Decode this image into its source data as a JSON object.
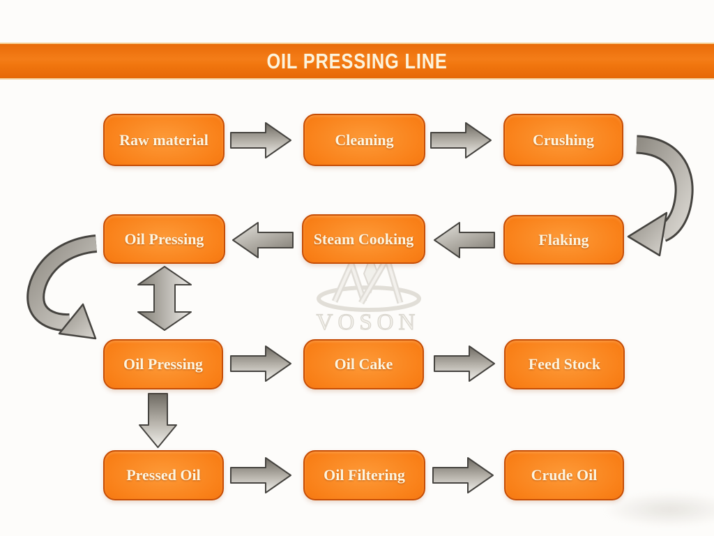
{
  "header": {
    "title": "OIL PRESSING LINE"
  },
  "watermark": {
    "brand": "VOSON"
  },
  "nodes": [
    {
      "id": "raw-material",
      "label": "Raw material"
    },
    {
      "id": "cleaning",
      "label": "Cleaning"
    },
    {
      "id": "crushing",
      "label": "Crushing"
    },
    {
      "id": "oil-pressing-top",
      "label": "Oil Pressing"
    },
    {
      "id": "steam-cooking",
      "label": "Steam Cooking"
    },
    {
      "id": "flaking",
      "label": "Flaking"
    },
    {
      "id": "oil-pressing-bottom",
      "label": "Oil Pressing"
    },
    {
      "id": "oil-cake",
      "label": "Oil Cake"
    },
    {
      "id": "feed-stock",
      "label": "Feed Stock"
    },
    {
      "id": "pressed-oil",
      "label": "Pressed Oil"
    },
    {
      "id": "oil-filtering",
      "label": "Oil Filtering"
    },
    {
      "id": "crude-oil",
      "label": "Crude Oil"
    }
  ],
  "edges": [
    {
      "from": "Raw material",
      "to": "Cleaning",
      "style": "block-arrow",
      "direction": "right"
    },
    {
      "from": "Cleaning",
      "to": "Crushing",
      "style": "block-arrow",
      "direction": "right"
    },
    {
      "from": "Crushing",
      "to": "Flaking",
      "style": "curved-arrow",
      "direction": "down-left"
    },
    {
      "from": "Flaking",
      "to": "Steam Cooking",
      "style": "block-arrow",
      "direction": "left"
    },
    {
      "from": "Steam Cooking",
      "to": "Oil Pressing",
      "style": "block-arrow",
      "direction": "left"
    },
    {
      "from": "Oil Pressing",
      "to": "Oil Pressing",
      "style": "block-arrow",
      "direction": "bidirectional-vertical"
    },
    {
      "from": "Oil Pressing",
      "to": "Oil Pressing",
      "style": "curved-arrow",
      "direction": "down-right"
    },
    {
      "from": "Oil Pressing",
      "to": "Oil Cake",
      "style": "block-arrow",
      "direction": "right"
    },
    {
      "from": "Oil Cake",
      "to": "Feed Stock",
      "style": "block-arrow",
      "direction": "right"
    },
    {
      "from": "Oil Pressing",
      "to": "Pressed Oil",
      "style": "block-arrow",
      "direction": "down"
    },
    {
      "from": "Pressed Oil",
      "to": "Oil Filtering",
      "style": "block-arrow",
      "direction": "right"
    },
    {
      "from": "Oil Filtering",
      "to": "Crude Oil",
      "style": "block-arrow",
      "direction": "right"
    }
  ],
  "colors": {
    "header_orange": "#f1760f",
    "header_edge_gold": "#f3cf9b",
    "box_orange_center": "#fb8d2e",
    "box_orange_edge": "#d95404",
    "box_border": "#c64d05",
    "label_cream": "#fdf5e0",
    "arrow_gray_dark": "#6e6a62",
    "arrow_gray_light": "#f1f0ec",
    "arrow_outline": "#45433f",
    "watermark_gray": "#d6d2ca",
    "background": "#fdfcfa"
  }
}
